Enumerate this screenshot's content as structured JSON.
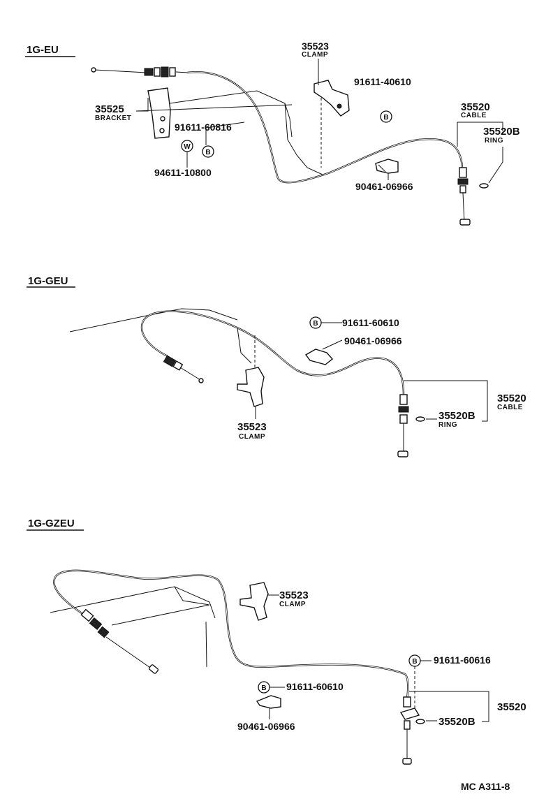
{
  "sections": [
    {
      "title": "1G-EU",
      "labels": {
        "clamp_no": "35523",
        "clamp_name": "CLAMP",
        "bolt_no": "91611-40610",
        "bolt_sym": "B",
        "bracket_no": "35525",
        "bracket_name": "BRACKET",
        "bolt2_no": "91611-60816",
        "bolt2_sym": "B",
        "washer_no": "94611-10800",
        "washer_sym": "W",
        "cable_no": "35520",
        "cable_name": "CABLE",
        "ring_no": "35520B",
        "ring_name": "RING",
        "grommet_no": "90461-06966"
      }
    },
    {
      "title": "1G-GEU",
      "labels": {
        "bolt_no": "91611-60610",
        "bolt_sym": "B",
        "grommet_no": "90461-06966",
        "cable_no": "35520",
        "cable_name": "CABLE",
        "ring_no": "35520B",
        "ring_name": "RING",
        "clamp_no": "35523",
        "clamp_name": "CLAMP"
      }
    },
    {
      "title": "1G-GZEU",
      "labels": {
        "clamp_no": "35523",
        "clamp_name": "CLAMP",
        "bolt_no": "91611-60610",
        "bolt_sym": "B",
        "grommet_no": "90461-06966",
        "bolt2_no": "91611-60616",
        "bolt2_sym": "B",
        "cable_no": "35520",
        "ring_no": "35520B"
      }
    }
  ],
  "footer": {
    "code": "MC  A311-8"
  }
}
